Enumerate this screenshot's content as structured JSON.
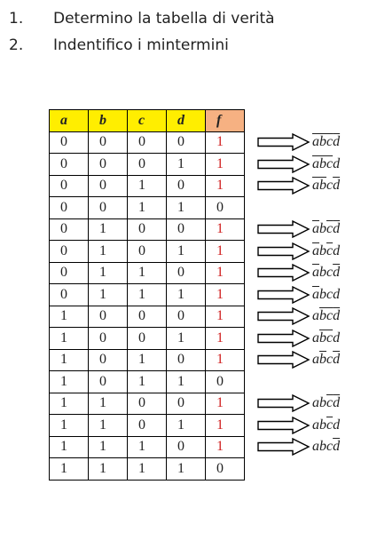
{
  "steps": [
    {
      "num": "1.",
      "text": "Determino la tabella di verità"
    },
    {
      "num": "2.",
      "text": "Indentifico i mintermini"
    }
  ],
  "table": {
    "headers": [
      "a",
      "b",
      "c",
      "d",
      "f"
    ],
    "rows": [
      [
        "0",
        "0",
        "0",
        "0",
        "1"
      ],
      [
        "0",
        "0",
        "0",
        "1",
        "1"
      ],
      [
        "0",
        "0",
        "1",
        "0",
        "1"
      ],
      [
        "0",
        "0",
        "1",
        "1",
        "0"
      ],
      [
        "0",
        "1",
        "0",
        "0",
        "1"
      ],
      [
        "0",
        "1",
        "0",
        "1",
        "1"
      ],
      [
        "0",
        "1",
        "1",
        "0",
        "1"
      ],
      [
        "0",
        "1",
        "1",
        "1",
        "1"
      ],
      [
        "1",
        "0",
        "0",
        "0",
        "1"
      ],
      [
        "1",
        "0",
        "0",
        "1",
        "1"
      ],
      [
        "1",
        "0",
        "1",
        "0",
        "1"
      ],
      [
        "1",
        "0",
        "1",
        "1",
        "0"
      ],
      [
        "1",
        "1",
        "0",
        "0",
        "1"
      ],
      [
        "1",
        "1",
        "0",
        "1",
        "1"
      ],
      [
        "1",
        "1",
        "1",
        "0",
        "1"
      ],
      [
        "1",
        "1",
        "1",
        "1",
        "0"
      ]
    ]
  },
  "minterms": [
    {
      "row": 0,
      "vars": [
        "a",
        "b",
        "c",
        "d"
      ],
      "neg": [
        true,
        true,
        true,
        true
      ]
    },
    {
      "row": 1,
      "vars": [
        "a",
        "b",
        "c",
        "d"
      ],
      "neg": [
        true,
        true,
        true,
        false
      ]
    },
    {
      "row": 2,
      "vars": [
        "a",
        "b",
        "c",
        "d"
      ],
      "neg": [
        true,
        true,
        false,
        true
      ]
    },
    {
      "row": 4,
      "vars": [
        "a",
        "b",
        "c",
        "d"
      ],
      "neg": [
        true,
        false,
        true,
        true
      ]
    },
    {
      "row": 5,
      "vars": [
        "a",
        "b",
        "c",
        "d"
      ],
      "neg": [
        true,
        false,
        true,
        false
      ]
    },
    {
      "row": 6,
      "vars": [
        "a",
        "b",
        "c",
        "d"
      ],
      "neg": [
        true,
        false,
        false,
        true
      ]
    },
    {
      "row": 7,
      "vars": [
        "a",
        "b",
        "c",
        "d"
      ],
      "neg": [
        true,
        false,
        false,
        false
      ]
    },
    {
      "row": 8,
      "vars": [
        "a",
        "b",
        "c",
        "d"
      ],
      "neg": [
        false,
        true,
        true,
        true
      ]
    },
    {
      "row": 9,
      "vars": [
        "a",
        "b",
        "c",
        "d"
      ],
      "neg": [
        false,
        true,
        true,
        false
      ]
    },
    {
      "row": 10,
      "vars": [
        "a",
        "b",
        "c",
        "d"
      ],
      "neg": [
        false,
        true,
        false,
        true
      ]
    },
    {
      "row": 12,
      "vars": [
        "a",
        "b",
        "c",
        "d"
      ],
      "neg": [
        false,
        false,
        true,
        true
      ]
    },
    {
      "row": 13,
      "vars": [
        "a",
        "b",
        "c",
        "d"
      ],
      "neg": [
        false,
        false,
        true,
        false
      ]
    },
    {
      "row": 14,
      "vars": [
        "a",
        "b",
        "c",
        "d"
      ],
      "neg": [
        false,
        false,
        false,
        true
      ]
    }
  ],
  "colors": {
    "header": "#ffee00",
    "output_header": "#f6b182",
    "true_output": "#d02020"
  }
}
